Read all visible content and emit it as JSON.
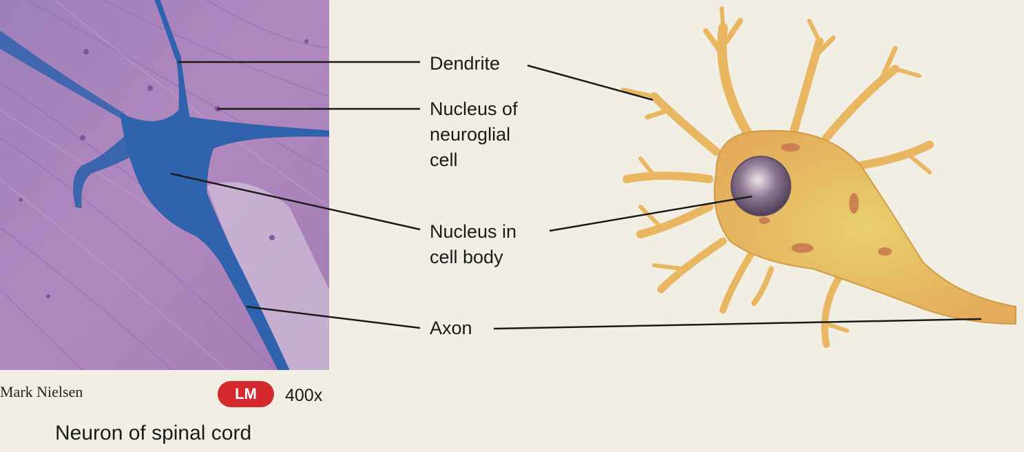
{
  "labels": {
    "dendrite": "Dendrite",
    "nucleus_neuroglial": "Nucleus of\nneuroglial\ncell",
    "nucleus_cell_body": "Nucleus in\ncell body",
    "axon": "Axon"
  },
  "micrograph": {
    "credit": "Mark Nielsen",
    "badge": "LM",
    "magnification": "400x",
    "caption": "Neuron of spinal cord"
  },
  "colors": {
    "background": "#f1efe3",
    "tissue": "#a57fb6",
    "stain": "#2a5ea8",
    "cell_body": "#eab866",
    "badge": "#d42a2f"
  }
}
